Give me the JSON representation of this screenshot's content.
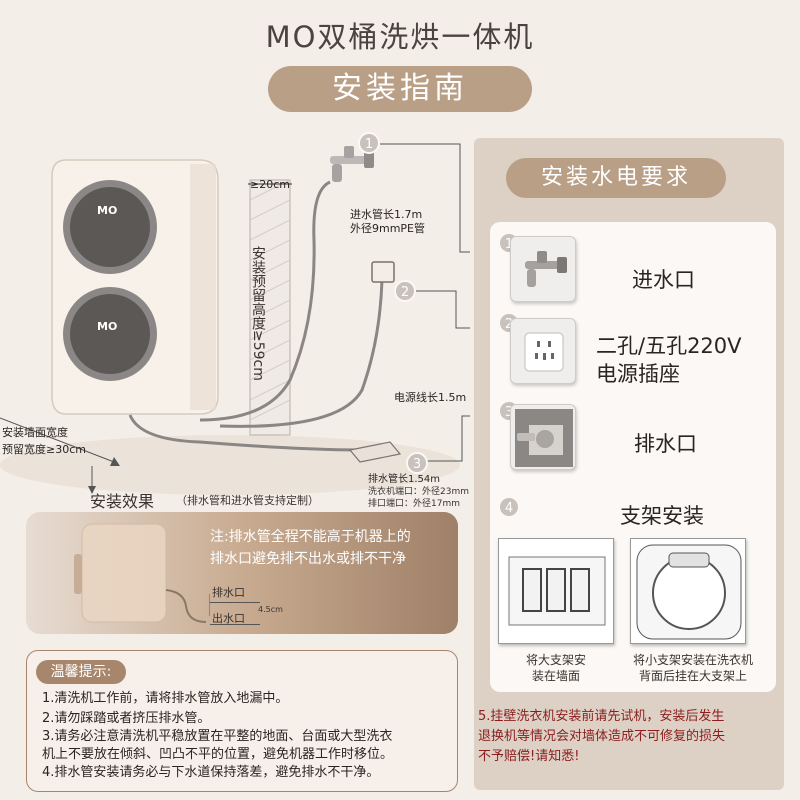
{
  "header": {
    "title": "MO双桶洗烘一体机",
    "section": "安装指南"
  },
  "diagram": {
    "height_label": "安装预留高度≥59cm",
    "width_label": "≥20cm",
    "inlet_pipe": "进水管长1.7m",
    "inlet_pipe_spec": "外径9mmPE管",
    "power_cord": "电源线长1.5m",
    "wall_width_line1": "安装墙面宽度",
    "wall_width_line2": "预留宽度≥30cm",
    "drain_pipe": "排水管长1.54m",
    "drain_port_washer": "洗衣机端口：外径23mm",
    "drain_port_outlet": "排口端口：外径17mm",
    "brand_upper": "MO",
    "brand_lower": "MO",
    "markers": [
      "1",
      "2",
      "3"
    ]
  },
  "effect": {
    "title": "安装效果",
    "subtitle": "（排水管和进水管支持定制）"
  },
  "note": {
    "line1": "注:排水管全程不能高于机器上的",
    "line2": "排水口避免排不出水或排不干净",
    "drain_label": "排水口",
    "outlet_label": "出水口",
    "height_value": "4.5cm"
  },
  "tips": {
    "tag": "温馨提示:",
    "items": [
      "1.清洗机工作前，请将排水管放入地漏中。",
      "2.请勿踩踏或者挤压排水管。",
      "3.请务必注意清洗机平稳放置在平整的地面、台面或大型洗衣",
      "机上不要放在倾斜、凹凸不平的位置，避免机器工作时移位。",
      "4.排水管安装请务必与下水道保持落差，避免排水不干净。"
    ]
  },
  "requirements": {
    "title": "安装水电要求",
    "items": [
      {
        "num": "1",
        "label": "进水口"
      },
      {
        "num": "2",
        "label_line1": "二孔/五孔220V",
        "label_line2": "电源插座"
      },
      {
        "num": "3",
        "label": "排水口"
      },
      {
        "num": "4",
        "label": "支架安装"
      }
    ],
    "bracket_large_line1": "将大支架安",
    "bracket_large_line2": "装在墙面",
    "bracket_small_line1": "将小支架安装在洗衣机",
    "bracket_small_line2": "背面后挂在大支架上",
    "warning_line1": "5.挂壁洗衣机安装前请先试机，安装后发生",
    "warning_line2": "退换机等情况会对墙体造成不可修复的损失",
    "warning_line3": "不予赔偿!请知悉!"
  },
  "colors": {
    "accent": "#b99f86",
    "background": "#f4eee8",
    "panel": "#ddd0c5",
    "warning": "#8a1e1e"
  }
}
